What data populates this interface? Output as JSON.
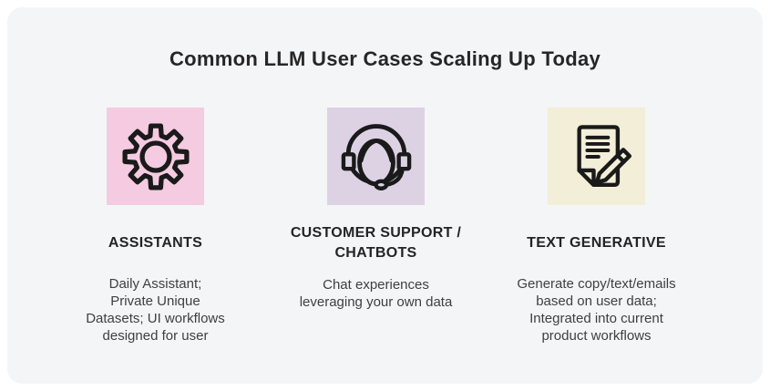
{
  "title": "Common LLM User Cases Scaling Up Today",
  "colors": {
    "page_bg": "#ffffff",
    "card_bg": "#f4f5f7",
    "heading_text": "#242424",
    "body_text": "#3f3f3f",
    "icon_stroke": "#1a1a1a"
  },
  "columns": [
    {
      "heading": "ASSISTANTS",
      "description": "Daily Assistant;\nPrivate Unique\nDatasets; UI workflows\ndesigned for user",
      "icon": "gear-icon",
      "box_color": "#f5cbe1"
    },
    {
      "heading": "CUSTOMER SUPPORT /\nCHATBOTS",
      "description": "Chat experiences\nleveraging your own data",
      "icon": "headset-agent-icon",
      "box_color": "#ddd2e4"
    },
    {
      "heading": "TEXT GENERATIVE",
      "description": "Generate copy/text/emails\nbased on user data;\nIntegrated into current\nproduct workflows",
      "icon": "document-pen-icon",
      "box_color": "#f2eed8"
    }
  ]
}
